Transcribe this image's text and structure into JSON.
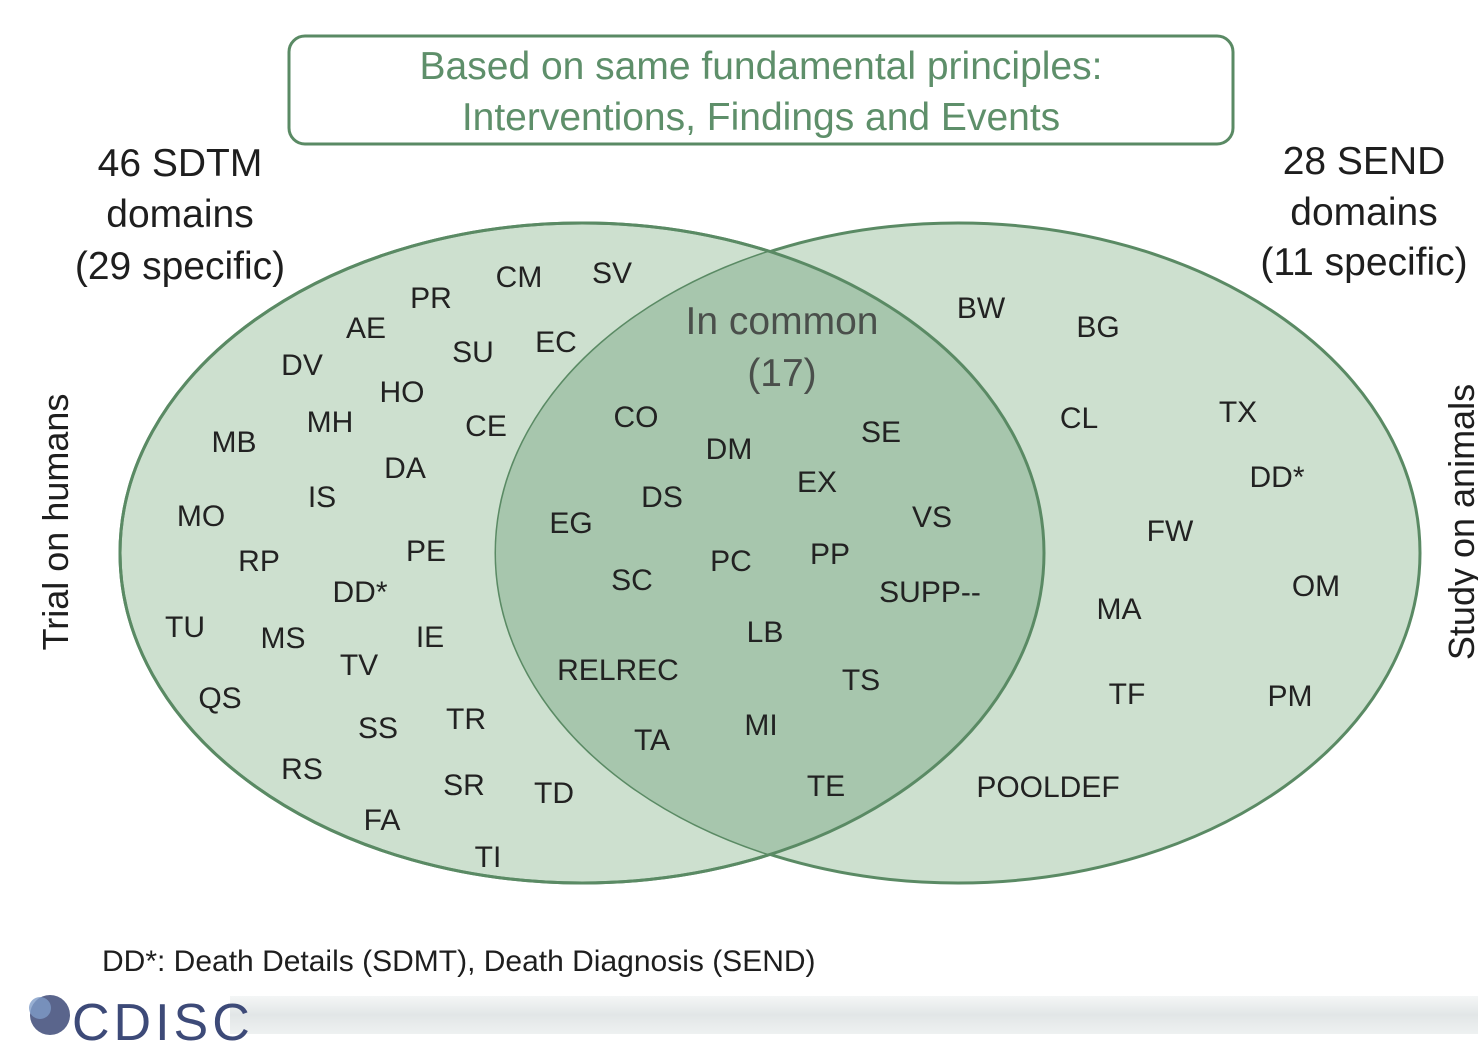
{
  "principles_box": {
    "line1": "Based on same fundamental principles:",
    "line2": "Interventions, Findings and Events"
  },
  "sdtm_header": {
    "line1": "46 SDTM",
    "line2": "domains",
    "line3": "(29 specific)"
  },
  "send_header": {
    "line1": "28 SEND",
    "line2": "domains",
    "line3": "(11 specific)"
  },
  "side_labels": {
    "left": "Trial on humans",
    "right": "Study on animals"
  },
  "common_label": {
    "line1": "In common",
    "line2": "(17)"
  },
  "sdtm_specific": [
    "PR",
    "CM",
    "SV",
    "AE",
    "SU",
    "EC",
    "DV",
    "HO",
    "MH",
    "CE",
    "MB",
    "DA",
    "IS",
    "MO",
    "PE",
    "RP",
    "DD*",
    "TU",
    "MS",
    "IE",
    "TV",
    "QS",
    "SS",
    "TR",
    "RS",
    "SR",
    "TD",
    "FA",
    "TI"
  ],
  "common_domains": [
    "CO",
    "DM",
    "SE",
    "EX",
    "DS",
    "EG",
    "VS",
    "PC",
    "PP",
    "SC",
    "SUPP--",
    "LB",
    "RELREC",
    "TS",
    "MI",
    "TA",
    "TE"
  ],
  "send_specific": [
    "BW",
    "BG",
    "CL",
    "TX",
    "DD*",
    "FW",
    "OM",
    "MA",
    "TF",
    "PM",
    "POOLDEF"
  ],
  "footnote": "DD*: Death Details (SDMT), Death Diagnosis (SEND)",
  "logo_text": "CDISC",
  "colors": {
    "circle_fill": "#cde0cf",
    "overlap_fill": "#a7c6ad",
    "circle_stroke": "#5a8a64",
    "box_stroke": "#5a8a64",
    "box_text": "#5e8f6a"
  }
}
